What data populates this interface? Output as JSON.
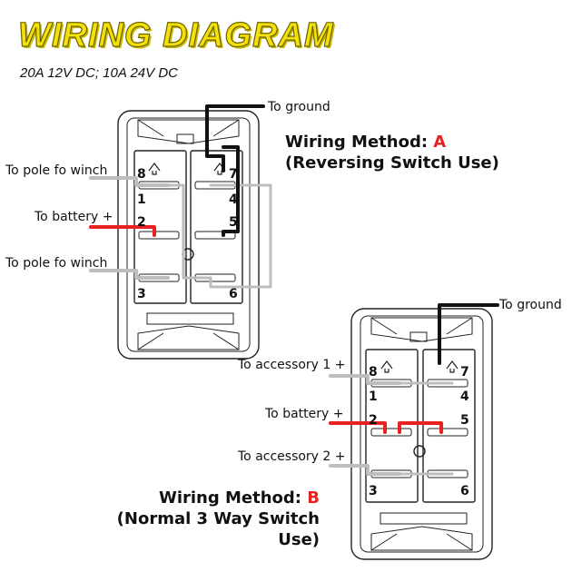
{
  "header": {
    "title": "WIRING DIAGRAM",
    "subtitle": "20A 12V DC; 10A 24V DC"
  },
  "diagram_a": {
    "method_prefix": "Wiring Method: ",
    "method_code": "A",
    "method_desc": "(Reversing Switch Use)",
    "labels": {
      "ground": "To ground",
      "pole_top": "To pole fo winch",
      "battery": "To battery +",
      "pole_bottom": "To pole fo winch"
    },
    "pins": [
      "8",
      "7",
      "1",
      "4",
      "2",
      "5",
      "3",
      "6"
    ]
  },
  "diagram_b": {
    "method_prefix": "Wiring Method: ",
    "method_code": "B",
    "method_desc": "(Normal 3 Way Switch Use)",
    "labels": {
      "ground": "To ground",
      "accessory1": "To accessory 1 +",
      "battery": "To battery +",
      "accessory2": "To accessory 2 +"
    },
    "pins": [
      "8",
      "7",
      "1",
      "4",
      "2",
      "5",
      "3",
      "6"
    ]
  },
  "colors": {
    "ground_wire": "#111111",
    "battery_wire": "#e8201e",
    "signal_wire": "#bdbdbd",
    "title_yellow": "#f4e10a",
    "method_code": "#e8201e"
  }
}
